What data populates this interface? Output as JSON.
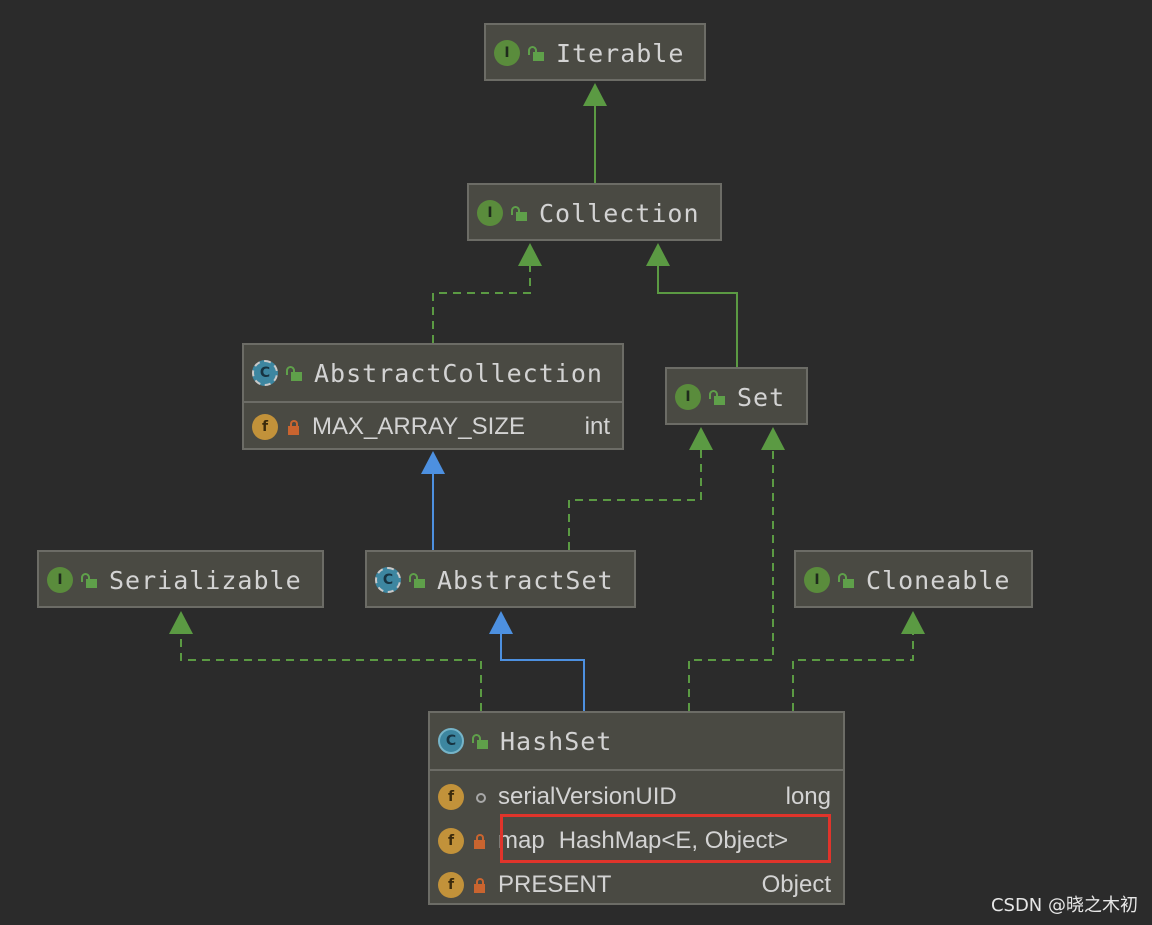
{
  "nodes": {
    "iterable": {
      "title": "Iterable",
      "kind": "interface",
      "badge": "I"
    },
    "collection": {
      "title": "Collection",
      "kind": "interface",
      "badge": "I"
    },
    "abstract_collection": {
      "title": "AbstractCollection",
      "kind": "abstract-class",
      "badge": "C",
      "fields": [
        {
          "name": "MAX_ARRAY_SIZE",
          "type": "int",
          "badge": "f"
        }
      ]
    },
    "set": {
      "title": "Set",
      "kind": "interface",
      "badge": "I"
    },
    "serializable": {
      "title": "Serializable",
      "kind": "interface",
      "badge": "I"
    },
    "abstract_set": {
      "title": "AbstractSet",
      "kind": "abstract-class",
      "badge": "C"
    },
    "cloneable": {
      "title": "Cloneable",
      "kind": "interface",
      "badge": "I"
    },
    "hashset": {
      "title": "HashSet",
      "kind": "class",
      "badge": "C",
      "fields": [
        {
          "name": "serialVersionUID",
          "type": "long",
          "badge": "f"
        },
        {
          "name": "map",
          "type": "HashMap<E, Object>",
          "badge": "f"
        },
        {
          "name": "PRESENT",
          "type": "Object",
          "badge": "f"
        }
      ]
    }
  },
  "colors": {
    "background": "#2b2b2b",
    "node_fill": "#4a4a43",
    "node_border": "#6c6c66",
    "implements_edge": "#5b9a43",
    "extends_interface_edge": "#5b9a43",
    "extends_class_edge": "#4d90e0",
    "highlight": "#e0342b"
  },
  "watermark": "CSDN @晓之木初"
}
